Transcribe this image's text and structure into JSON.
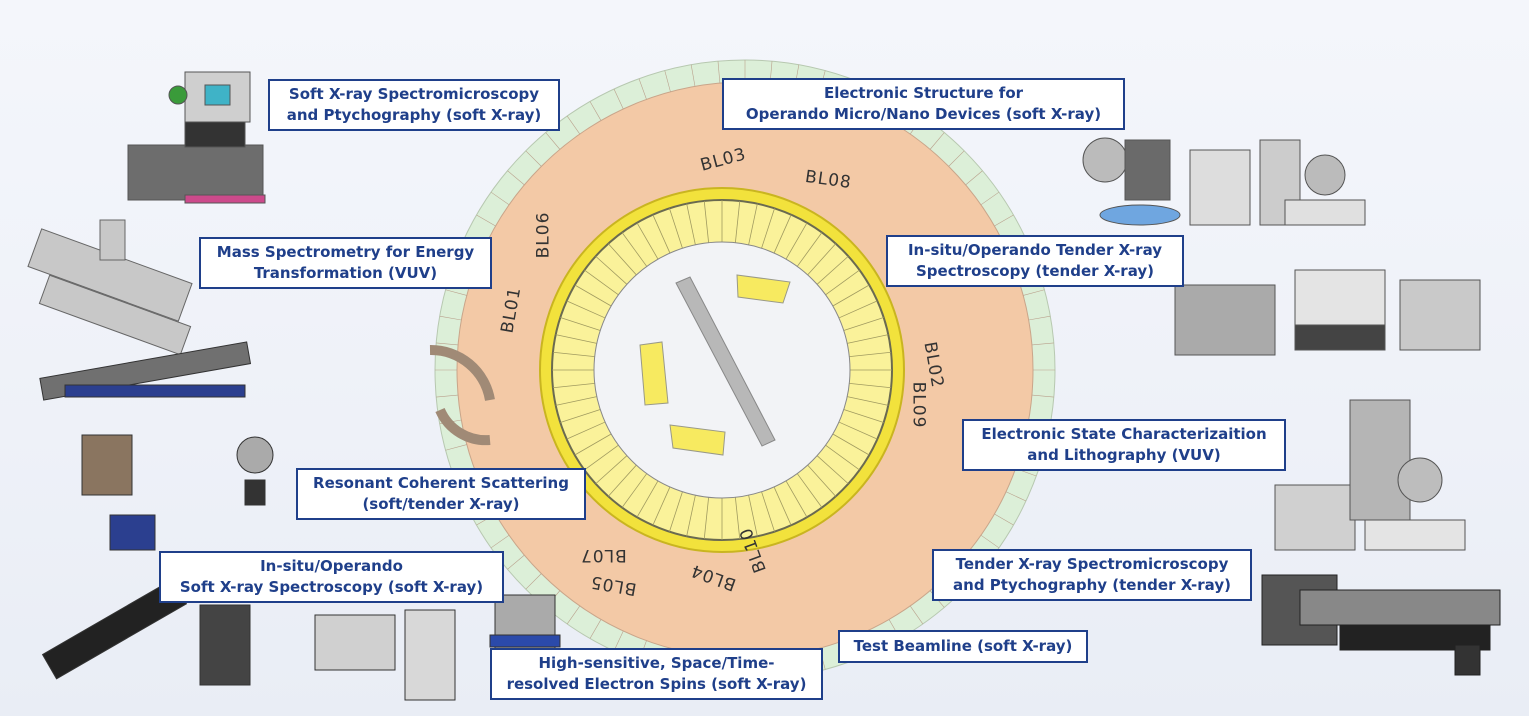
{
  "beamlines": [
    {
      "id": "BL01",
      "title": "Soft X-ray Spectromicroscopy",
      "subtitle": "and Ptychography (soft X-ray)"
    },
    {
      "id": "BL03",
      "title": "Electronic Structure for",
      "subtitle": "Operando Micro/Nano Devices (soft X-ray)"
    },
    {
      "id": "BL06",
      "title": "Mass Spectrometry for Energy",
      "subtitle": "Transformation (VUV)"
    },
    {
      "id": "BL08",
      "title": "In-situ/Operando Tender X-ray",
      "subtitle": "Spectroscopy (tender X-ray)"
    },
    {
      "id": "BL02",
      "title": "Electronic State Characterizaition",
      "subtitle": "and Lithography (VUV)"
    },
    {
      "id": "BL07",
      "title": "Resonant Coherent Scattering",
      "subtitle": "(soft/tender X-ray)"
    },
    {
      "id": "BL05",
      "title": "In-situ/Operando",
      "subtitle": "Soft X-ray Spectroscopy (soft X-ray)"
    },
    {
      "id": "BL09",
      "title": "Tender X-ray Spectromicroscopy",
      "subtitle": "and Ptychography (tender X-ray)"
    },
    {
      "id": "BL10",
      "title": "Test Beamline (soft X-ray)",
      "subtitle": ""
    },
    {
      "id": "BL04",
      "title": "High-sensitive, Space/Time-",
      "subtitle": "resolved Electron Spins (soft X-ray)"
    }
  ],
  "ring_labels": [
    "BL01",
    "BL02",
    "BL03",
    "BL04",
    "BL05",
    "BL06",
    "BL07",
    "BL08",
    "BL09",
    "BL10"
  ],
  "colors": {
    "label_border": "#1f3f8a",
    "ring_orange": "#f3c9a6",
    "ring_yellow": "#f7ee7a",
    "ring_green": "#dcefd8"
  }
}
